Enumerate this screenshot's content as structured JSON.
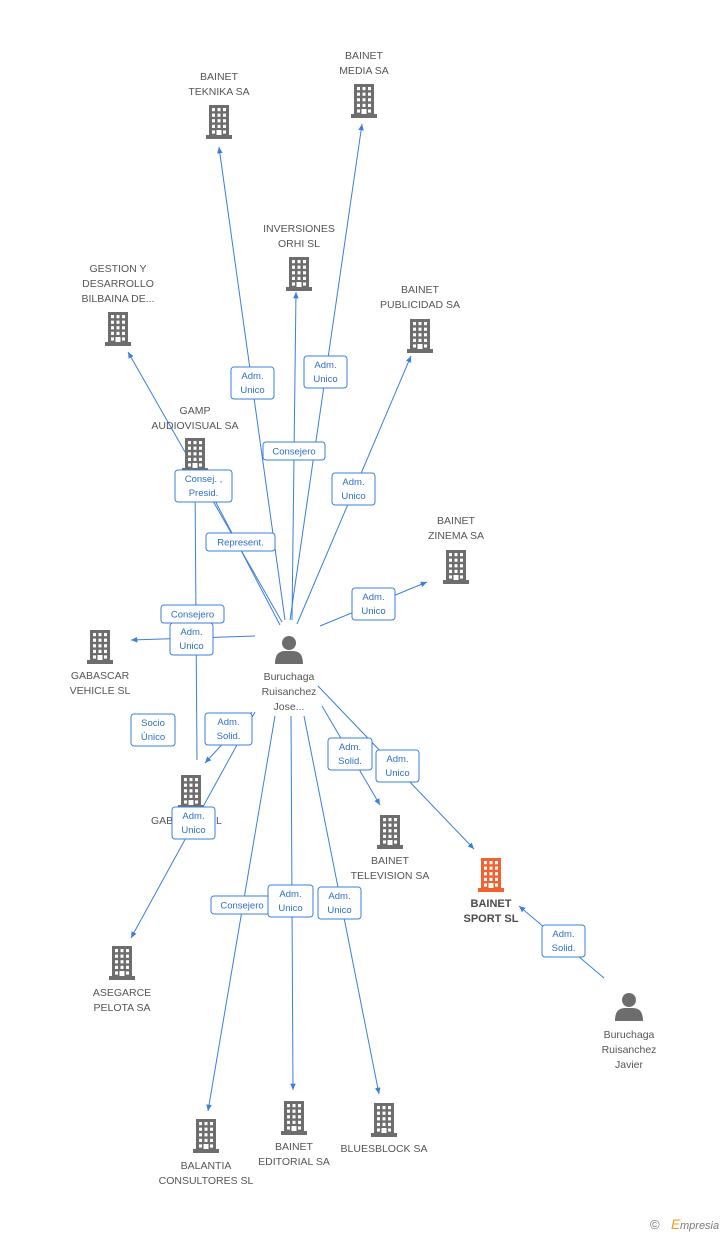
{
  "colors": {
    "edge": "#3b7fd9",
    "building": "#6d6d6d",
    "building_focus": "#f26230",
    "person": "#6d6d6d",
    "label": "#555555",
    "brand_accent": "#f0a020"
  },
  "nodes": [
    {
      "id": "teknika",
      "type": "company",
      "lines": [
        "BAINET",
        "TEKNIKA SA"
      ]
    },
    {
      "id": "media",
      "type": "company",
      "lines": [
        "BAINET",
        "MEDIA SA"
      ]
    },
    {
      "id": "orhi",
      "type": "company",
      "lines": [
        "INVERSIONES",
        "ORHI SL"
      ]
    },
    {
      "id": "gestion",
      "type": "company",
      "lines": [
        "GESTION Y",
        "DESARROLLO",
        "BILBAINA DE..."
      ]
    },
    {
      "id": "publicidad",
      "type": "company",
      "lines": [
        "BAINET",
        "PUBLICIDAD SA"
      ]
    },
    {
      "id": "gamp",
      "type": "company",
      "lines": [
        "GAMP",
        "AUDIOVISUAL SA"
      ]
    },
    {
      "id": "zinema",
      "type": "company",
      "lines": [
        "BAINET",
        "ZINEMA SA"
      ]
    },
    {
      "id": "gabascar",
      "type": "company",
      "lines": [
        "GABASCAR",
        "VEHICLE  SL"
      ]
    },
    {
      "id": "jose",
      "type": "person",
      "lines": [
        "Buruchaga",
        "Ruisanchez",
        "Jose..."
      ]
    },
    {
      "id": "gab2",
      "type": "company",
      "lines": [
        "GAB",
        "SL"
      ]
    },
    {
      "id": "television",
      "type": "company",
      "lines": [
        "BAINET",
        "TELEVISION SA"
      ]
    },
    {
      "id": "sport",
      "type": "company",
      "focus": true,
      "lines": [
        "BAINET",
        "SPORT SL"
      ]
    },
    {
      "id": "asegarce",
      "type": "company",
      "lines": [
        "ASEGARCE",
        "PELOTA SA"
      ]
    },
    {
      "id": "javier",
      "type": "person",
      "lines": [
        "Buruchaga",
        "Ruisanchez",
        "Javier"
      ]
    },
    {
      "id": "balantia",
      "type": "company",
      "lines": [
        "BALANTIA",
        "CONSULTORES SL"
      ]
    },
    {
      "id": "editorial",
      "type": "company",
      "lines": [
        "BAINET",
        "EDITORIAL SA"
      ]
    },
    {
      "id": "bluesblock",
      "type": "company",
      "lines": [
        "BLUESBLOCK SA"
      ]
    }
  ],
  "edges": [
    {
      "from": "jose",
      "to": "teknika"
    },
    {
      "from": "jose",
      "to": "media"
    },
    {
      "from": "jose",
      "to": "orhi"
    },
    {
      "from": "jose",
      "to": "gestion"
    },
    {
      "from": "jose",
      "to": "publicidad"
    },
    {
      "from": "jose",
      "to": "gamp"
    },
    {
      "from": "jose",
      "to": "zinema"
    },
    {
      "from": "jose",
      "to": "gabascar"
    },
    {
      "from": "gab2",
      "to": "gabascar"
    },
    {
      "from": "jose",
      "to": "gab2"
    },
    {
      "from": "jose",
      "to": "asegarce"
    },
    {
      "from": "jose",
      "to": "television"
    },
    {
      "from": "jose",
      "to": "sport"
    },
    {
      "from": "javier",
      "to": "sport"
    },
    {
      "from": "jose",
      "to": "balantia"
    },
    {
      "from": "jose",
      "to": "editorial"
    },
    {
      "from": "jose",
      "to": "bluesblock"
    }
  ],
  "relations": [
    {
      "lines": [
        "Adm.",
        "Unico"
      ]
    },
    {
      "lines": [
        "Adm.",
        "Unico"
      ]
    },
    {
      "lines": [
        "Consejero"
      ]
    },
    {
      "lines": [
        "Adm.",
        "Unico"
      ]
    },
    {
      "lines": [
        "Consej. ,",
        "Presid."
      ]
    },
    {
      "lines": [
        "Represent."
      ]
    },
    {
      "lines": [
        "Adm.",
        "Unico"
      ]
    },
    {
      "lines": [
        "Consejero"
      ]
    },
    {
      "lines": [
        "Adm.",
        "Unico"
      ]
    },
    {
      "lines": [
        "Socio",
        "Único"
      ]
    },
    {
      "lines": [
        "Adm.",
        "Solid."
      ]
    },
    {
      "lines": [
        "Adm.",
        "Unico"
      ]
    },
    {
      "lines": [
        "Adm.",
        "Solid."
      ]
    },
    {
      "lines": [
        "Adm.",
        "Unico"
      ]
    },
    {
      "lines": [
        "Adm.",
        "Solid."
      ]
    },
    {
      "lines": [
        "Consejero"
      ]
    },
    {
      "lines": [
        "Adm.",
        "Unico"
      ]
    },
    {
      "lines": [
        "Adm.",
        "Unico"
      ]
    }
  ],
  "brand": {
    "copyright": "©",
    "name": "mpresia",
    "initial": "E"
  }
}
